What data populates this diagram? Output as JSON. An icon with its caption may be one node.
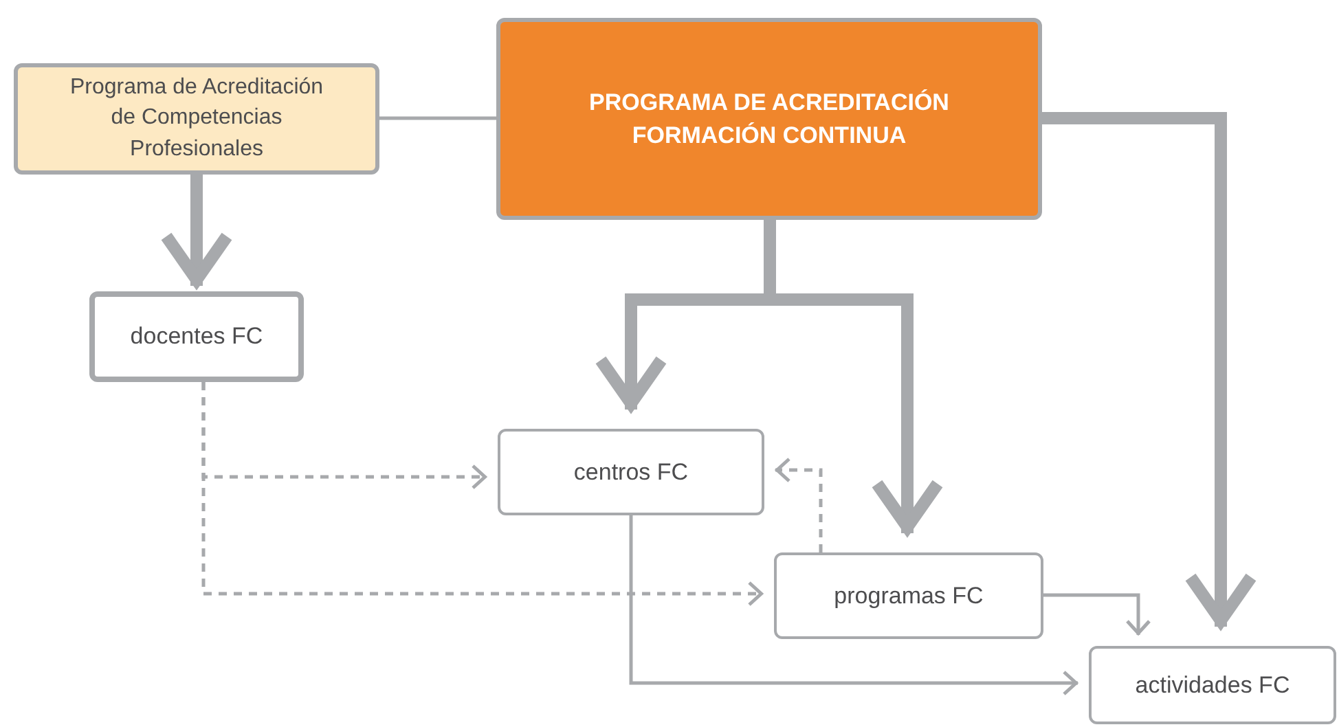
{
  "diagram": {
    "nodes": [
      {
        "text": [
          "Programa de Acreditación de Competencias Profesionales"
        ]
      },
      {
        "text": [
          "PROGRAMA DE ACREDITACIÓN FORMACIÓN CONTINUA"
        ]
      },
      {
        "text": [
          "docentes FC"
        ]
      },
      {
        "text": [
          "centros FC"
        ]
      },
      {
        "text": [
          "programas FC"
        ]
      },
      {
        "text": [
          "actividades FC"
        ]
      }
    ],
    "edges": [
      {
        "from": 0,
        "to": 1,
        "arrow": "none"
      },
      {
        "from": 0,
        "to": 2,
        "arrow": "to",
        "style": "thick"
      },
      {
        "from": 1,
        "to": 3,
        "arrow": "to",
        "style": "thick"
      },
      {
        "from": 1,
        "to": 4,
        "arrow": "to",
        "style": "thick"
      },
      {
        "from": 1,
        "to": 5,
        "arrow": "to",
        "style": "thick"
      },
      {
        "from": 2,
        "to": 3,
        "arrow": "to",
        "style": "dashed"
      },
      {
        "from": 2,
        "to": 4,
        "arrow": "to",
        "style": "dashed"
      },
      {
        "from": 4,
        "to": 3,
        "arrow": "to",
        "style": "dashed"
      },
      {
        "from": 3,
        "to": 5,
        "arrow": "to"
      },
      {
        "from": 4,
        "to": 5,
        "arrow": "to"
      }
    ]
  }
}
